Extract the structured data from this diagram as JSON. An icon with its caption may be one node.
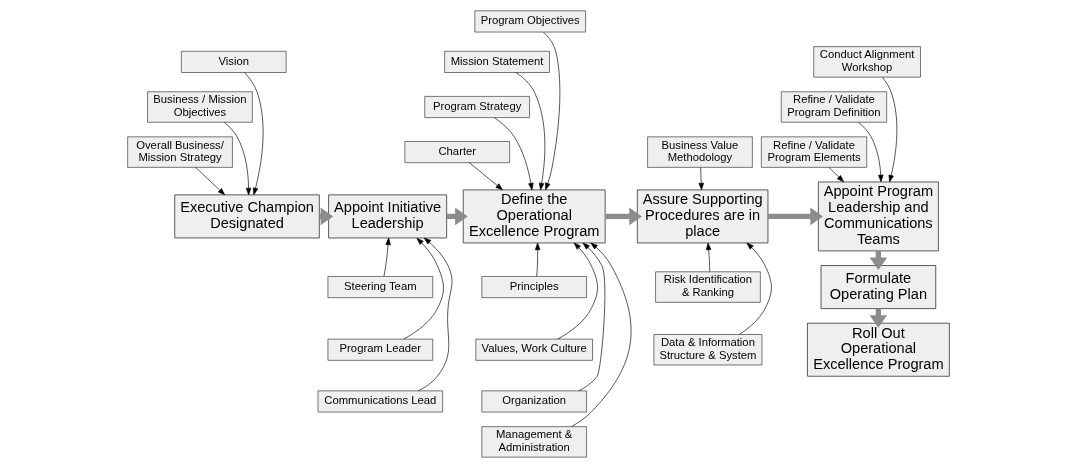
{
  "diagram": {
    "nodes": [
      {
        "text": [
          "Vision"
        ]
      },
      {
        "text": [
          "Business / Mission Objectives"
        ]
      },
      {
        "text": [
          "Overall Business/ Mission Strategy"
        ]
      },
      {
        "text": [
          "Executive Champion Designated"
        ]
      },
      {
        "text": [
          "Appoint Initiative Leadership"
        ]
      },
      {
        "text": [
          "Program Objectives"
        ]
      },
      {
        "text": [
          "Mission Statement"
        ]
      },
      {
        "text": [
          "Program Strategy"
        ]
      },
      {
        "text": [
          "Charter"
        ]
      },
      {
        "text": [
          "Define the Operational Excellence Program"
        ]
      },
      {
        "text": [
          "Business Value Methodology"
        ]
      },
      {
        "text": [
          "Assure Supporting Procedures are in place"
        ]
      },
      {
        "text": [
          "Conduct Alignment Workshop"
        ]
      },
      {
        "text": [
          "Refine / Validate Program Definition"
        ]
      },
      {
        "text": [
          "Refine / Validate Program Elements"
        ]
      },
      {
        "text": [
          "Appoint Program Leadership and Communications Teams"
        ]
      },
      {
        "text": [
          "Steering Team"
        ]
      },
      {
        "text": [
          "Program Leader"
        ]
      },
      {
        "text": [
          "Communications Lead"
        ]
      },
      {
        "text": [
          "Principles"
        ]
      },
      {
        "text": [
          "Values, Work Culture"
        ]
      },
      {
        "text": [
          "Organization"
        ]
      },
      {
        "text": [
          "Management & Administration"
        ]
      },
      {
        "text": [
          "Risk Identification & Ranking"
        ]
      },
      {
        "text": [
          "Data & Information Structure & System"
        ]
      },
      {
        "text": [
          "Formulate Operating Plan"
        ]
      },
      {
        "text": [
          "Roll Out Operational Excellence Program"
        ]
      }
    ],
    "edges": [
      {
        "from": 0,
        "to": 3,
        "arrow": "to"
      },
      {
        "from": 1,
        "to": 3,
        "arrow": "to"
      },
      {
        "from": 2,
        "to": 3,
        "arrow": "to"
      },
      {
        "from": 3,
        "to": 4,
        "arrow": "to",
        "style": "thick",
        "color": "#8c8c8c"
      },
      {
        "from": 16,
        "to": 4,
        "arrow": "to"
      },
      {
        "from": 17,
        "to": 4,
        "arrow": "to"
      },
      {
        "from": 18,
        "to": 4,
        "arrow": "to"
      },
      {
        "from": 4,
        "to": 9,
        "arrow": "to",
        "style": "thick",
        "color": "#8c8c8c"
      },
      {
        "from": 5,
        "to": 9,
        "arrow": "to"
      },
      {
        "from": 6,
        "to": 9,
        "arrow": "to"
      },
      {
        "from": 7,
        "to": 9,
        "arrow": "to"
      },
      {
        "from": 8,
        "to": 9,
        "arrow": "to"
      },
      {
        "from": 19,
        "to": 9,
        "arrow": "to"
      },
      {
        "from": 20,
        "to": 9,
        "arrow": "to"
      },
      {
        "from": 21,
        "to": 9,
        "arrow": "to"
      },
      {
        "from": 22,
        "to": 9,
        "arrow": "to"
      },
      {
        "from": 9,
        "to": 11,
        "arrow": "to",
        "style": "thick",
        "color": "#8c8c8c"
      },
      {
        "from": 10,
        "to": 11,
        "arrow": "to"
      },
      {
        "from": 23,
        "to": 11,
        "arrow": "to"
      },
      {
        "from": 24,
        "to": 11,
        "arrow": "to"
      },
      {
        "from": 11,
        "to": 15,
        "arrow": "to",
        "style": "thick",
        "color": "#8c8c8c"
      },
      {
        "from": 12,
        "to": 15,
        "arrow": "to"
      },
      {
        "from": 13,
        "to": 15,
        "arrow": "to"
      },
      {
        "from": 14,
        "to": 15,
        "arrow": "to"
      },
      {
        "from": 15,
        "to": 25,
        "arrow": "to",
        "style": "thick",
        "color": "#8c8c8c"
      },
      {
        "from": 25,
        "to": 26,
        "arrow": "to",
        "style": "thick",
        "color": "#8c8c8c"
      }
    ]
  }
}
